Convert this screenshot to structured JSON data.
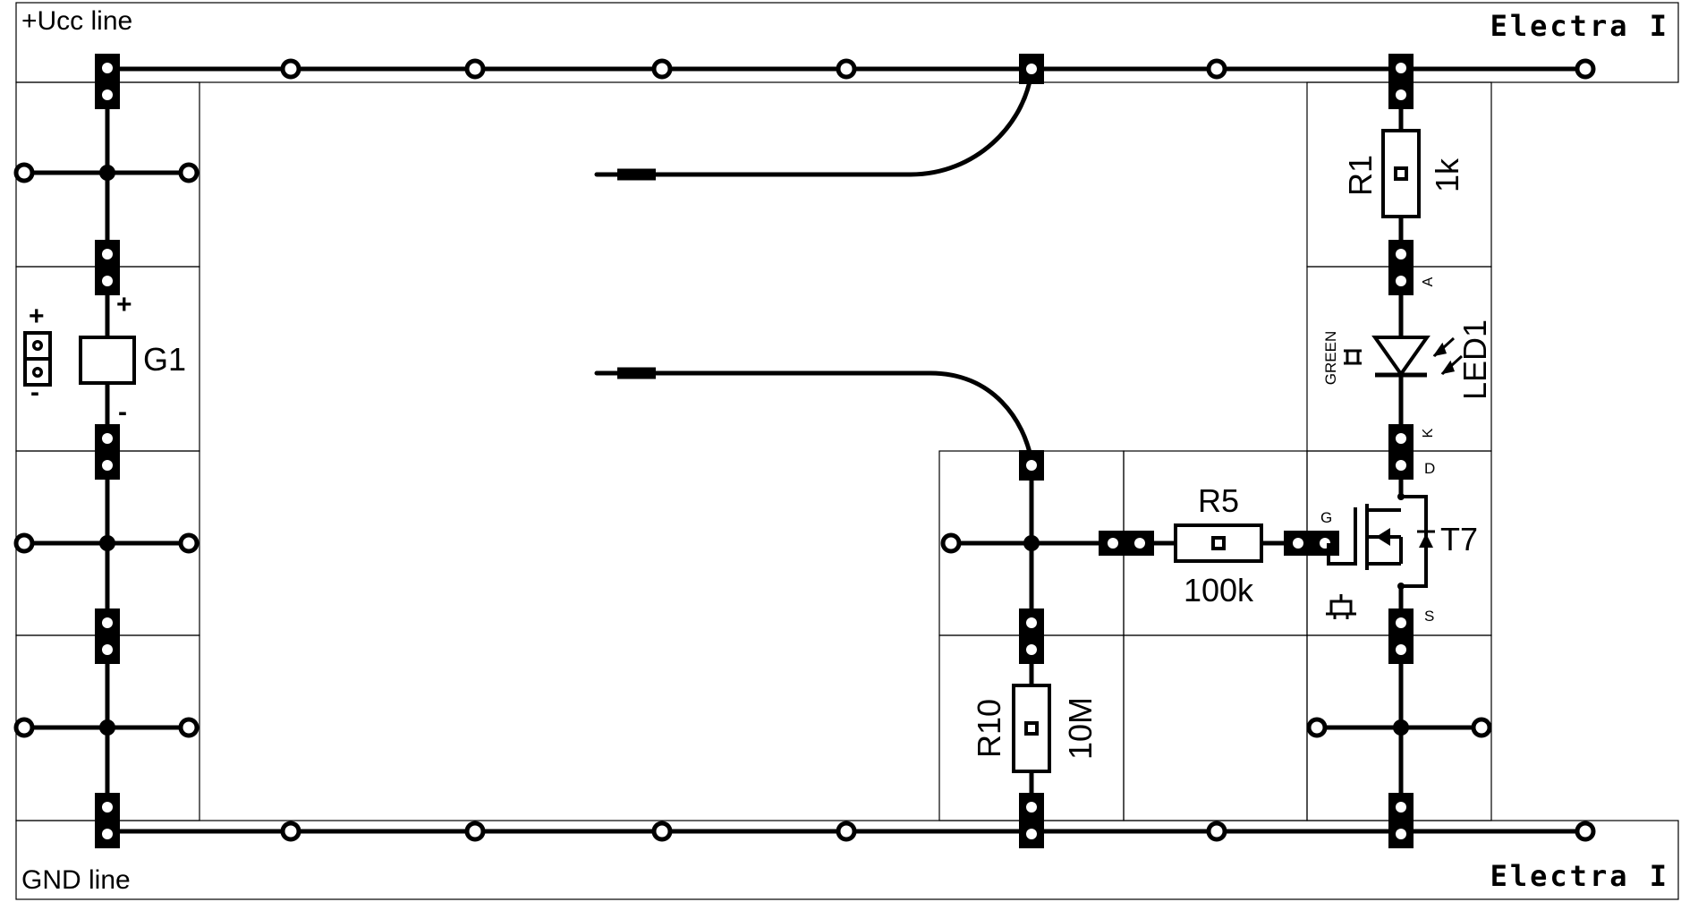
{
  "rails": {
    "top_label": "+Ucc line",
    "bottom_label": "GND line",
    "brand_top": "Electra I",
    "brand_bottom": "Electra I"
  },
  "components": {
    "g1": {
      "name": "G1",
      "plus": "+",
      "minus": "-",
      "conn_plus": "+",
      "conn_minus": "-"
    },
    "r1": {
      "name": "R1",
      "value": "1k"
    },
    "led1": {
      "name": "LED1",
      "color": "GREEN",
      "pin_a": "A",
      "pin_k": "K"
    },
    "r5": {
      "name": "R5",
      "value": "100k"
    },
    "r10": {
      "name": "R10",
      "value": "10M"
    },
    "t7": {
      "name": "T7",
      "pin_d": "D",
      "pin_g": "G",
      "pin_s": "S"
    }
  }
}
